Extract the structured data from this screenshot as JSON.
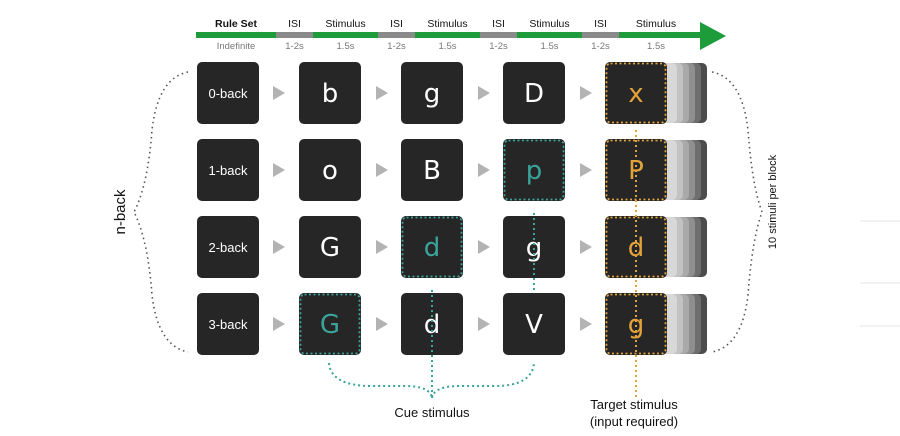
{
  "timeline": {
    "segments": [
      {
        "label": "Rule Set",
        "duration": "Indefinite"
      },
      {
        "label": "ISI",
        "duration": "1-2s"
      },
      {
        "label": "Stimulus",
        "duration": "1.5s"
      },
      {
        "label": "ISI",
        "duration": "1-2s"
      },
      {
        "label": "Stimulus",
        "duration": "1.5s"
      },
      {
        "label": "ISI",
        "duration": "1-2s"
      },
      {
        "label": "Stimulus",
        "duration": "1.5s"
      },
      {
        "label": "ISI",
        "duration": "1-2s"
      },
      {
        "label": "Stimulus",
        "duration": "1.5s"
      }
    ],
    "colors": {
      "green": "#1e9c3c",
      "gray": "#8a8a8a"
    }
  },
  "rows": [
    {
      "rule": "0-back",
      "stimuli": [
        "b",
        "g",
        "D",
        "x"
      ],
      "cue_index": null
    },
    {
      "rule": "1-back",
      "stimuli": [
        "o",
        "B",
        "p",
        "P"
      ],
      "cue_index": 2
    },
    {
      "rule": "2-back",
      "stimuli": [
        "G",
        "d",
        "g",
        "d"
      ],
      "cue_index": 1
    },
    {
      "rule": "3-back",
      "stimuli": [
        "G",
        "d",
        "V",
        "g"
      ],
      "cue_index": 0
    }
  ],
  "labels": {
    "n_back": "n-back",
    "cue": "Cue stimulus",
    "target_line1": "Target stimulus",
    "target_line2": "(input required)",
    "per_block": "10 stimuli per block"
  },
  "colors": {
    "card": "#262626",
    "cue": "#3aa39a",
    "target": "#e2a33b",
    "arrow": "#b3b3b3"
  }
}
